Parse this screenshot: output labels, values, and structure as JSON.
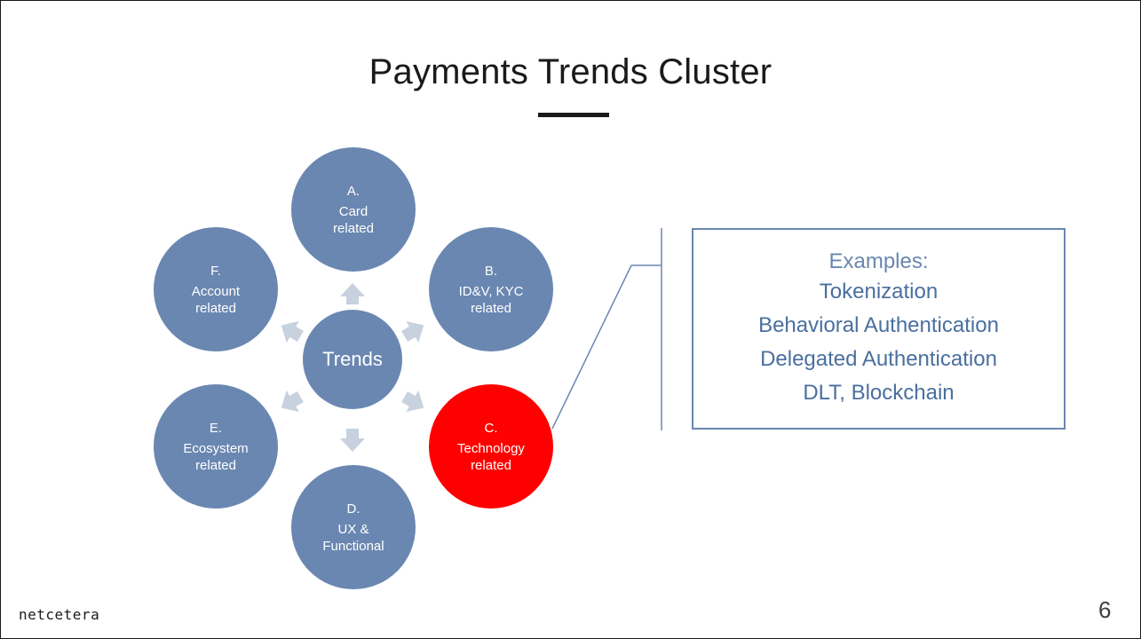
{
  "slide": {
    "title": "Payments Trends Cluster",
    "page_number": "6",
    "logo_text": "netcetera"
  },
  "diagram": {
    "center": "Trends",
    "highlight_color": "#ff0000",
    "node_color": "#6a87b1",
    "arrow_color": "#c8d2df",
    "nodes": [
      {
        "id": "A",
        "letter": "A.",
        "line1": "Card",
        "line2": "related",
        "highlighted": false
      },
      {
        "id": "B",
        "letter": "B.",
        "line1": "ID&V, KYC",
        "line2": "related",
        "highlighted": false
      },
      {
        "id": "C",
        "letter": "C.",
        "line1": "Technology",
        "line2": "related",
        "highlighted": true
      },
      {
        "id": "D",
        "letter": "D.",
        "line1": "UX &",
        "line2": "Functional",
        "highlighted": false
      },
      {
        "id": "E",
        "letter": "E.",
        "line1": "Ecosystem",
        "line2": "related",
        "highlighted": false
      },
      {
        "id": "F",
        "letter": "F.",
        "line1": "Account",
        "line2": "related",
        "highlighted": false
      }
    ]
  },
  "examples": {
    "heading": "Examples:",
    "items": [
      "Tokenization",
      "Behavioral Authentication",
      "Delegated Authentication",
      "DLT, Blockchain"
    ]
  }
}
